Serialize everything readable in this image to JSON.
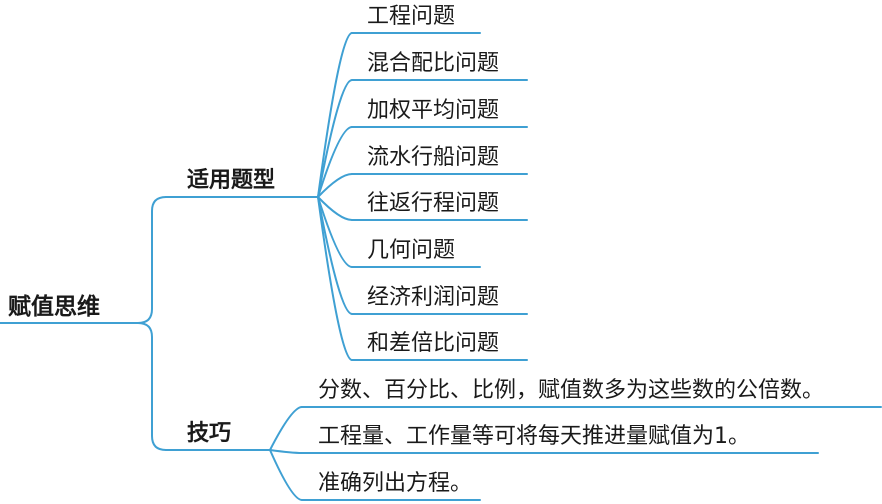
{
  "root": {
    "label": "赋值思维"
  },
  "branches": [
    {
      "label": "适用题型",
      "children": [
        "工程问题",
        "混合配比问题",
        "加权平均问题",
        "流水行船问题",
        "往返行程问题",
        "几何问题",
        "经济利润问题",
        "和差倍比问题"
      ]
    },
    {
      "label": "技巧",
      "children": [
        "分数、百分比、比例，赋值数多为这些数的公倍数。",
        "工程量、工作量等可将每天推进量赋值为1。",
        "准确列出方程。"
      ]
    }
  ],
  "colors": {
    "line": "#3fa0d3",
    "text": "#1a1a1a"
  }
}
